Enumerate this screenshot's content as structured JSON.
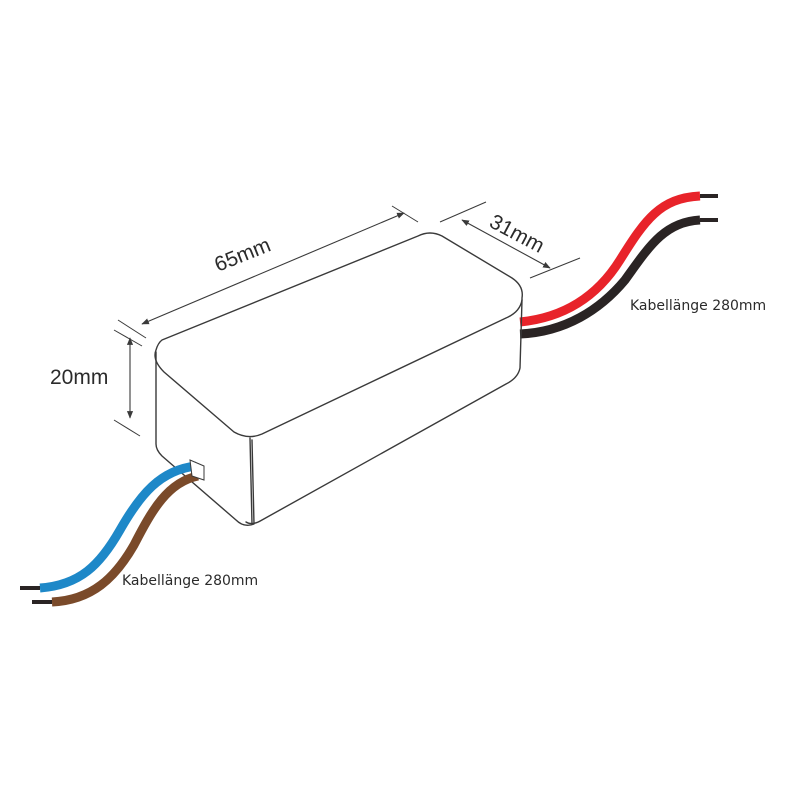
{
  "dimensions": {
    "length": "65mm",
    "width": "31mm",
    "height": "20mm"
  },
  "cables": {
    "output_label": "Kabellänge 280mm",
    "input_label": "Kabellänge 280mm"
  },
  "colors": {
    "cable_red": "#e8232a",
    "cable_black": "#2a2424",
    "cable_blue": "#1e88c8",
    "cable_brown": "#7a4a2a",
    "outline": "#3a3a3a"
  }
}
